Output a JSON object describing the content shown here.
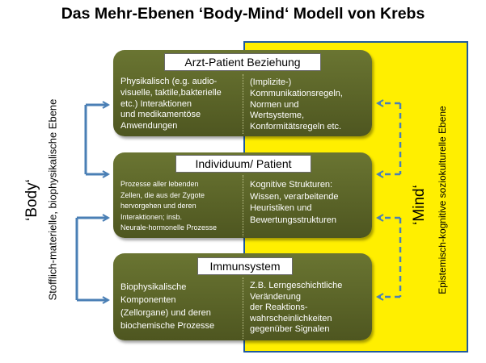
{
  "title": "Das Mehr-Ebenen ‘Body-Mind‘ Modell von Krebs",
  "left_axis": {
    "label": "‘Body‘",
    "sublabel": "Stofflich-materielle, biophysikalische Ebene"
  },
  "right_axis": {
    "label": "‘Mind‘",
    "sublabel": "Epistemisch-kognitive soziokulturelle Ebene"
  },
  "boxes": [
    {
      "heading": "Arzt-Patient Beziehung",
      "body_text": "Physikalisch (e.g. audio-\nvisuelle, taktile,bakterielle\netc.) Interaktionen\nund medikamentöse\nAnwendungen",
      "mind_text": "(Implizite-)\nKommunikationsregeln,\nNormen und\nWertsysteme,\nKonformitätsregeln etc."
    },
    {
      "heading": "Individuum/ Patient",
      "body_text": "Prozesse aller lebenden\nZellen, die aus der Zygote\nhervorgehen und deren\nInteraktionen; insb.\nNeurale-hormonelle Prozesse",
      "mind_text": "Kognitive Strukturen:\nWissen, verarbeitende\nHeuristiken und\nBewertungsstrukturen"
    },
    {
      "heading": "Immunsystem",
      "body_text": "Biophysikalische\nKomponenten\n(Zellorgane) und deren\nbiochemische Prozesse",
      "mind_text": "Z.B. Lerngeschichtliche\nVeränderung\nder Reaktions-\nwahrscheinlichkeiten\ngegenüber Signalen"
    }
  ],
  "colors": {
    "box_fill": "#5c6428",
    "mind_panel": "#ffef00",
    "arrow": "#4a7fb5"
  }
}
